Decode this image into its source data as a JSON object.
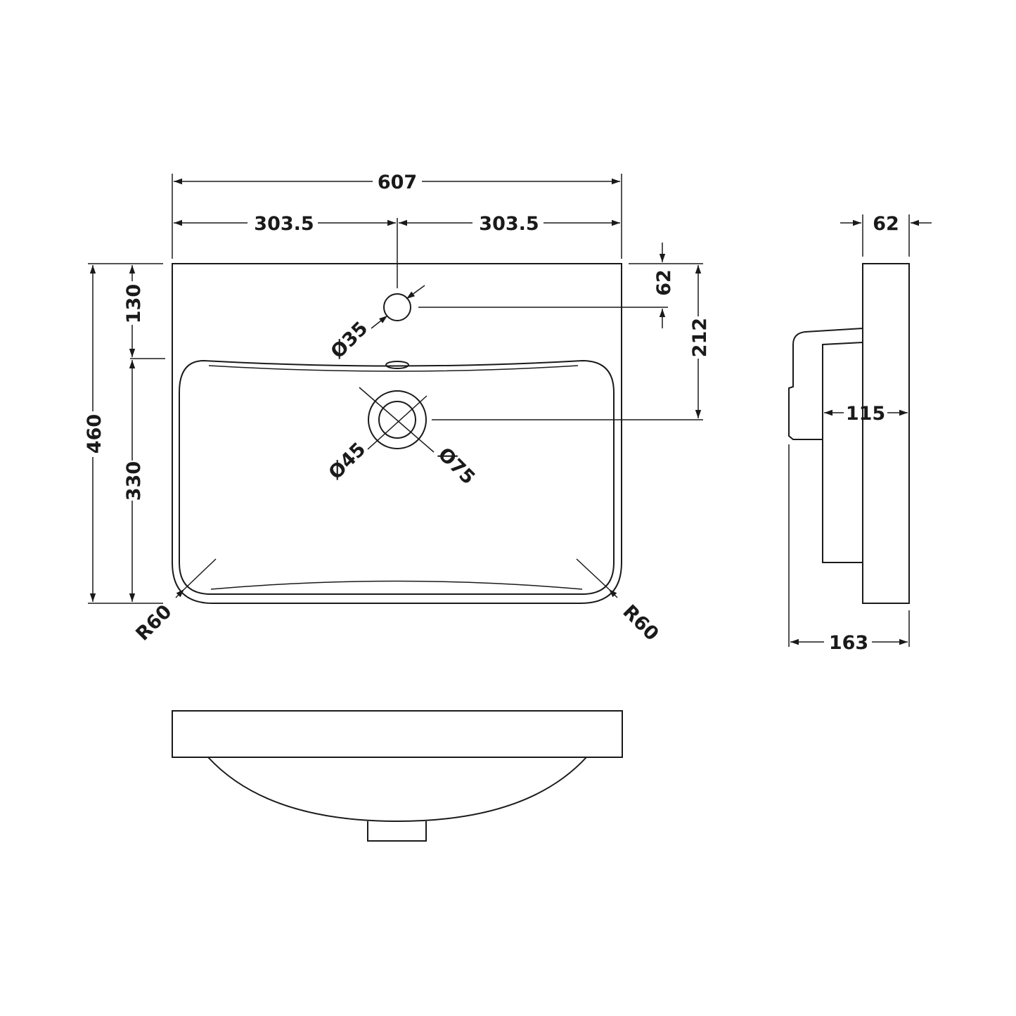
{
  "dimensions": {
    "overall_width": "607",
    "half_width_left": "303.5",
    "half_width_right": "303.5",
    "overall_depth": "460",
    "tap_hole_offset": "130",
    "bowl_depth": "330",
    "tap_hole_from_edge": "62",
    "waste_from_edge": "212",
    "tap_hole_diameter": "Ø35",
    "waste_inner_diameter": "Ø45",
    "waste_outer_diameter": "Ø75",
    "corner_radius_left": "R60",
    "corner_radius_right": "R60",
    "rim_thickness": "62",
    "bowl_projection": "115",
    "overall_height": "163"
  },
  "colors": {
    "line": "#1a1a1a",
    "background": "#ffffff"
  }
}
